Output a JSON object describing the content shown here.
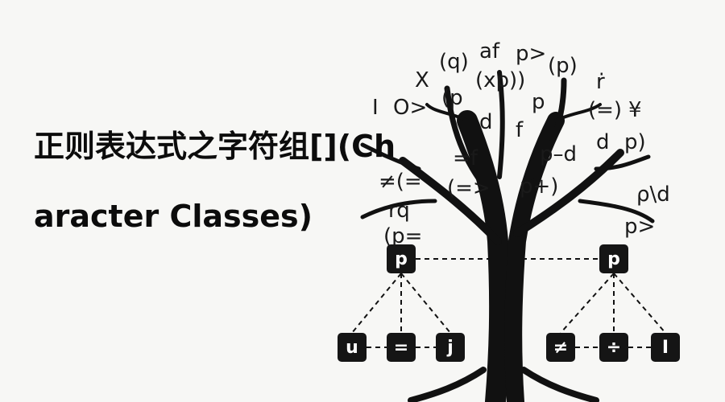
{
  "title": {
    "line1": "正则表达式之字符组[](Ch",
    "line2": "aracter Classes)"
  },
  "illustration": {
    "subject": "tree-icon",
    "upper_nodes": [
      "p",
      "p"
    ],
    "left_leaves": [
      "u",
      "=",
      "j"
    ],
    "right_leaves": [
      "≠",
      "÷",
      "I"
    ],
    "canopy_symbols": [
      "(q)",
      "a",
      "f",
      "p>",
      "(p)",
      "X",
      "(xp))",
      "(p",
      "̲I",
      "O>",
      "d",
      "p",
      "ṙ",
      "(=)",
      "¥",
      "f",
      "p",
      "=f",
      "p–d",
      "d",
      "(=",
      "≠",
      "(=>",
      "p+)",
      "ρ\\d",
      "rq",
      "(p=",
      "p>"
    ]
  },
  "colors": {
    "background": "#f7f7f5",
    "ink": "#111111",
    "box": "#151515"
  }
}
